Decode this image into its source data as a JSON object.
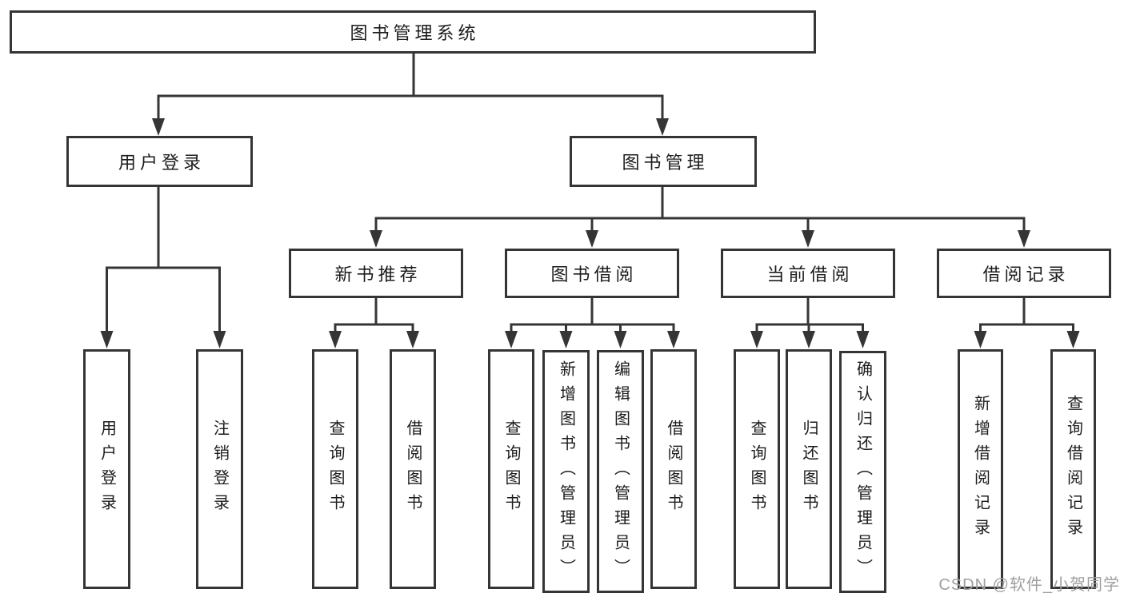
{
  "tree": {
    "root": {
      "label": "图书管理系统"
    },
    "branches": [
      {
        "label": "用户登录",
        "children": [
          {
            "label": "用户登录"
          },
          {
            "label": "注销登录"
          }
        ]
      },
      {
        "label": "图书管理",
        "children": [
          {
            "label": "新书推荐",
            "children": [
              {
                "label": "查询图书"
              },
              {
                "label": "借阅图书"
              }
            ]
          },
          {
            "label": "图书借阅",
            "children": [
              {
                "label": "查询图书"
              },
              {
                "label": "新增图书（管理员）"
              },
              {
                "label": "编辑图书（管理员）"
              },
              {
                "label": "借阅图书"
              }
            ]
          },
          {
            "label": "当前借阅",
            "children": [
              {
                "label": "查询图书"
              },
              {
                "label": "归还图书"
              },
              {
                "label": "确认归还（管理员）"
              }
            ]
          },
          {
            "label": "借阅记录",
            "children": [
              {
                "label": "新增借阅记录"
              },
              {
                "label": "查询借阅记录"
              }
            ]
          }
        ]
      }
    ]
  },
  "watermark": {
    "text": "CSDN @软件_小贺同学"
  },
  "colors": {
    "line": "#353535",
    "text": "#1c1c1c",
    "watermark": "#9f9f9f",
    "background": "#ffffff"
  }
}
